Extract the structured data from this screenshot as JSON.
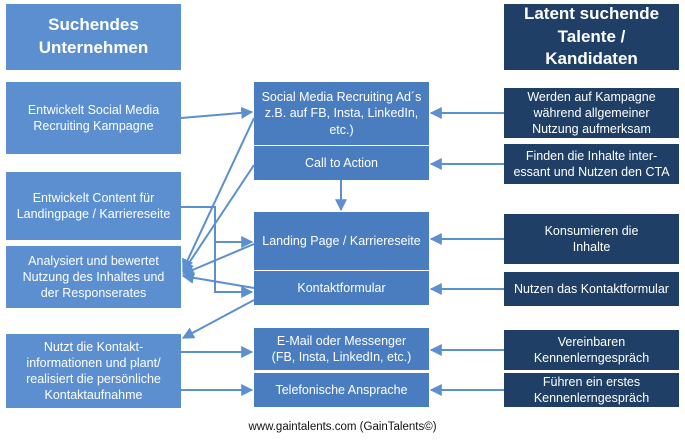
{
  "headers": {
    "left": "Suchendes\nUnternehmen",
    "right": "Latent suchende\nTalente /\nKandidaten"
  },
  "left_boxes": [
    "Entwickelt Social Media\nRecruiting Kampagne",
    "Entwickelt Content für\nLandingpage / Karriereseite",
    "Analysiert und bewertet\nNutzung des Inhaltes und\nder Responserates",
    "Nutzt die Kontakt-\ninformationen und plant/\nrealisiert die persönliche\nKontaktaufnahme"
  ],
  "middle_boxes": [
    "Social Media Recruiting Ad´s\nz.B. auf FB, Insta, LinkedIn,\netc.)",
    "Call to Action",
    "Landing Page / Karriereseite",
    "Kontaktformular",
    "E-Mail oder Messenger\n(FB, Insta, LinkedIn, etc.)",
    "Telefonische Ansprache"
  ],
  "right_boxes": [
    "Werden auf Kampagne\nwährend allgemeiner\nNutzung aufmerksam",
    "Finden die Inhalte inter-\nessant und Nutzen den CTA",
    "Konsumieren die\nInhalte",
    "Nutzen das Kontaktformular",
    "Vereinbaren\nKennenlerngespräch",
    "Führen ein erstes\nKennenlerngespräch"
  ],
  "footer": "www.gaintalents.com (GainTalents©)",
  "colors": {
    "left_box": "#5b8fd0",
    "middle_box": "#4a7dbf",
    "right_box": "#1f3f66",
    "arrow": "#5b8fd0"
  }
}
